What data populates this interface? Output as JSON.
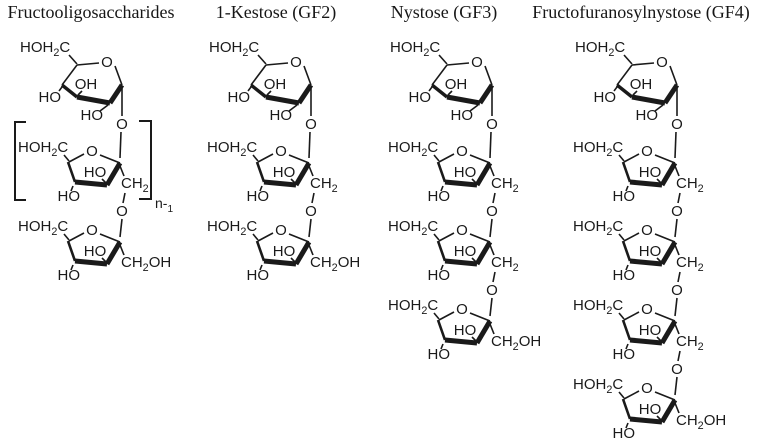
{
  "figure": {
    "background": "#ffffff",
    "ink_color": "#1a1a1a"
  },
  "columns": [
    {
      "title": "Fructooligosaccharides",
      "fructose_units": 2,
      "bracket": true,
      "bracket_subscript": "n-1"
    },
    {
      "title": "1-Kestose (GF2)",
      "fructose_units": 2,
      "bracket": false,
      "bracket_subscript": ""
    },
    {
      "title": "Nystose (GF3)",
      "fructose_units": 3,
      "bracket": false,
      "bracket_subscript": ""
    },
    {
      "title": "Fructofuranosylnystose (GF4)",
      "fructose_units": 4,
      "bracket": false,
      "bracket_subscript": ""
    }
  ],
  "ring_labels": {
    "glucopyranose": {
      "hydroxymethyl": "HOH2C",
      "ring_oxygen": "O",
      "inner_hydroxyl": "OH",
      "left_hydroxyl": "HO",
      "bottom_hydroxyl": "HO"
    },
    "fructofuranose": {
      "hydroxymethyl": "HOH2C",
      "ring_oxygen": "O",
      "inner_hydroxyl": "HO",
      "bottom_hydroxyl": "HO",
      "internal_link": "CH2",
      "terminal_group": "CH2OH"
    },
    "glycosidic_oxygen": "O"
  }
}
